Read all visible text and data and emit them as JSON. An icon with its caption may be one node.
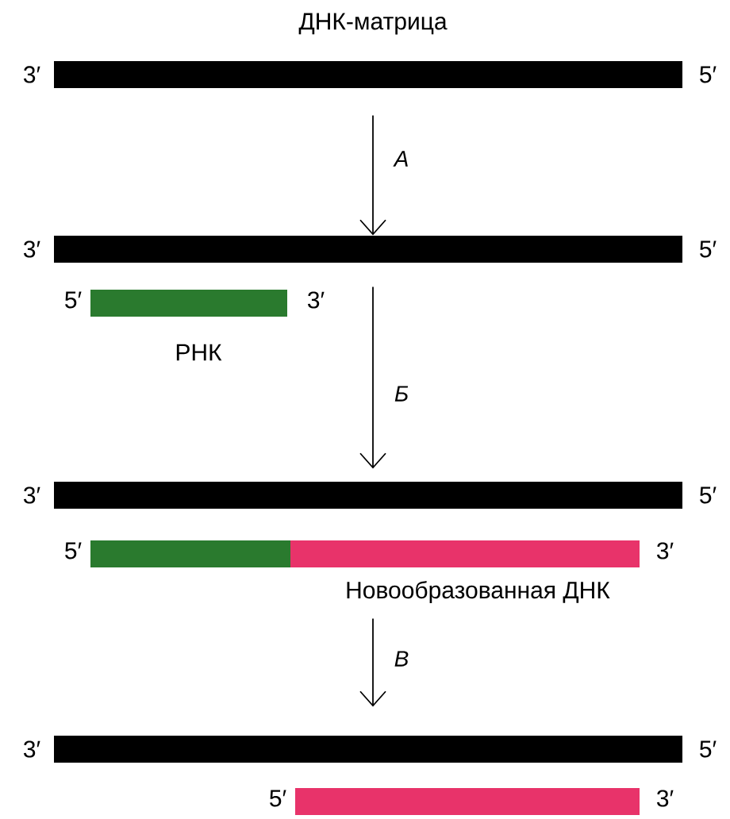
{
  "diagram": {
    "nodes": [
      {
        "text": [],
        "shape": "bar",
        "beside": [
          "ДНК-матрица",
          "3′",
          "5′"
        ]
      },
      {
        "text": [],
        "shape": "bar",
        "beside": [
          "3′",
          "5′"
        ]
      },
      {
        "text": [],
        "shape": "bar",
        "beside": [
          "5′",
          "3′",
          "РНК"
        ]
      },
      {
        "text": [],
        "shape": "bar",
        "beside": [
          "3′",
          "5′"
        ]
      },
      {
        "text": [],
        "shape": "bar",
        "beside": [
          "5′"
        ]
      },
      {
        "text": [],
        "shape": "bar",
        "beside": [
          "3′",
          "Новообразованная ДНК"
        ]
      },
      {
        "text": [],
        "shape": "bar",
        "beside": [
          "3′",
          "5′"
        ]
      },
      {
        "text": [],
        "shape": "bar",
        "beside": [
          "5′",
          "3′"
        ]
      }
    ],
    "edges": [
      {
        "from": 0,
        "to": 1,
        "arrow": "to",
        "label": "А"
      },
      {
        "from": 1,
        "to": 3,
        "arrow": "to",
        "label": "Б"
      },
      {
        "from": 5,
        "to": 6,
        "arrow": "to",
        "label": "В"
      }
    ]
  }
}
